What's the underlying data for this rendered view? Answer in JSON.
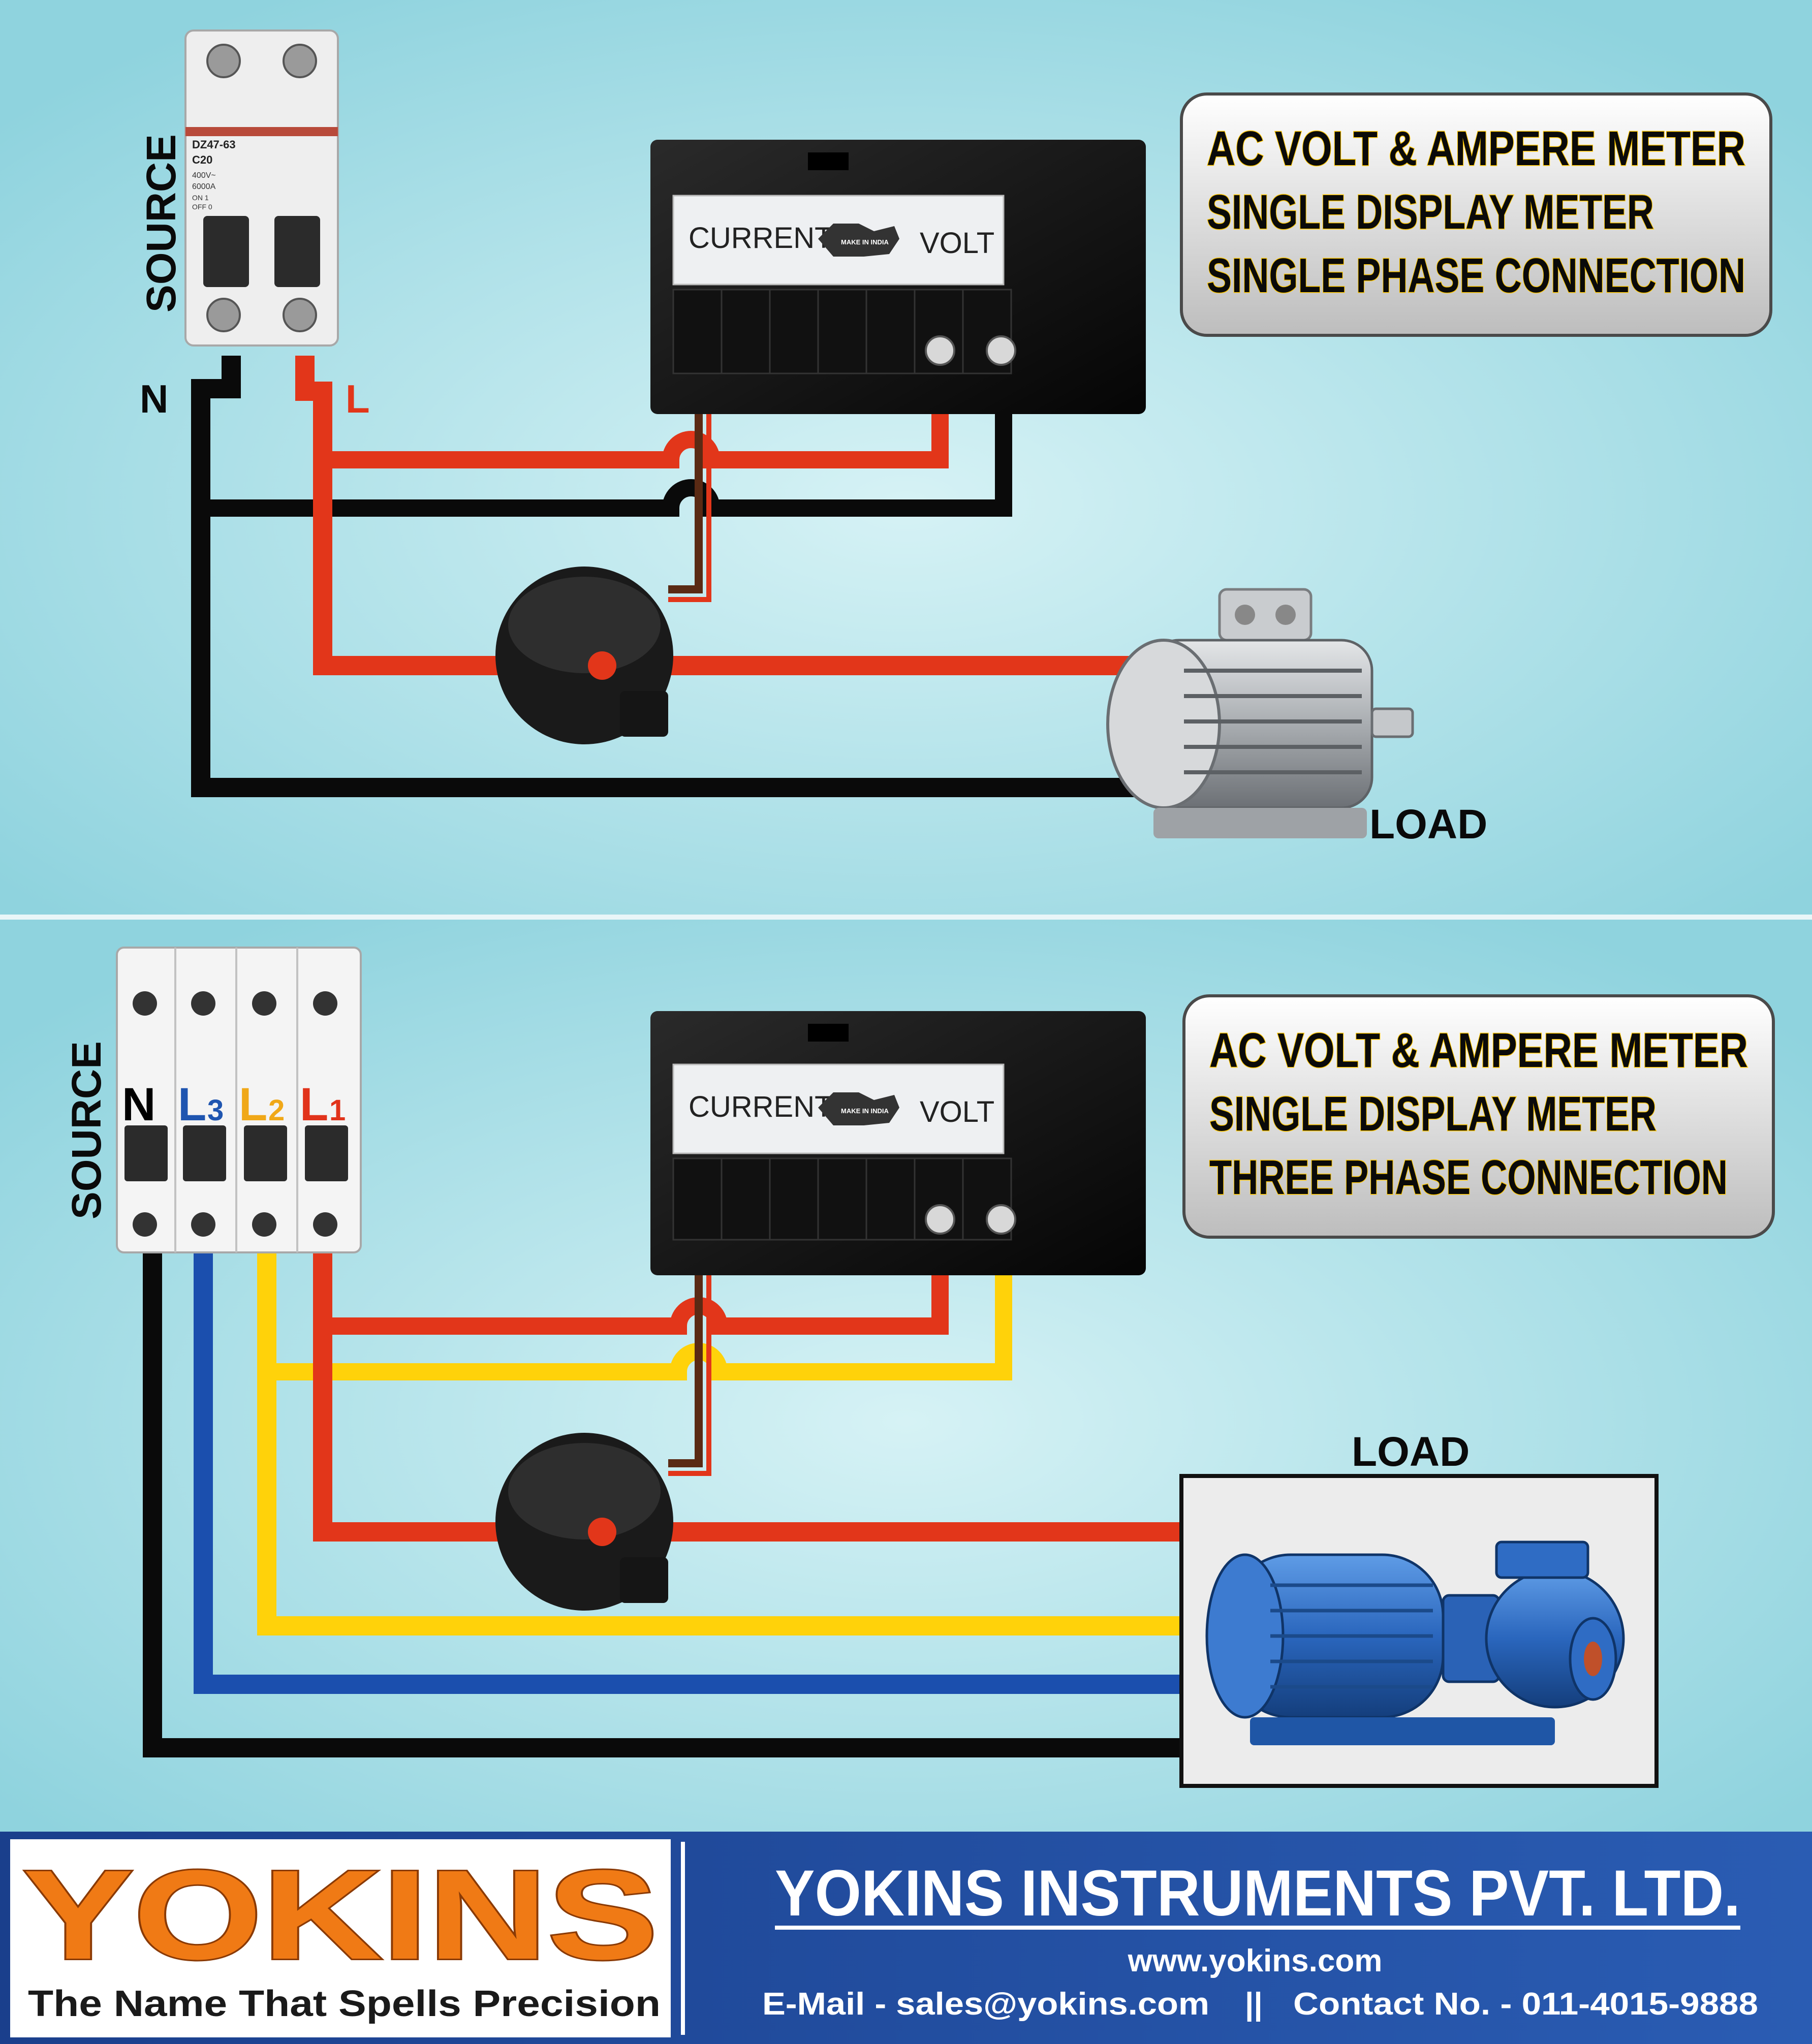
{
  "panel_top": {
    "title_lines": [
      "AC VOLT & AMPERE METER",
      "SINGLE DISPLAY METER",
      "SINGLE PHASE CONNECTION"
    ],
    "source_label": "SOURCE",
    "neutral_label": "N",
    "line_label": "L",
    "load_label": "LOAD",
    "breaker_text": [
      "DZ47-63",
      "C20",
      "400V~",
      "6000A",
      "ON 1",
      "OFF 0"
    ],
    "meter": {
      "current_label": "CURRENT",
      "volt_label": "VOLT",
      "badge_text": "MAKE IN INDIA"
    }
  },
  "panel_bottom": {
    "title_lines": [
      "AC VOLT & AMPERE METER",
      "SINGLE DISPLAY METER",
      "THREE PHASE CONNECTION"
    ],
    "source_label": "SOURCE",
    "load_label": "LOAD",
    "phases": [
      {
        "letter": "N",
        "sub": "",
        "color": "#000000"
      },
      {
        "letter": "L",
        "sub": "3",
        "color": "#1f55b0"
      },
      {
        "letter": "L",
        "sub": "2",
        "color": "#f0a818"
      },
      {
        "letter": "L",
        "sub": "1",
        "color": "#e1331b"
      }
    ],
    "meter": {
      "current_label": "CURRENT",
      "volt_label": "VOLT",
      "badge_text": "MAKE IN INDIA"
    }
  },
  "footer": {
    "logo_text": "YOKINS",
    "tagline": "The Name That Spells Precision",
    "company": "YOKINS INSTRUMENTS PVT. LTD.",
    "website": "www.yokins.com",
    "email": "E-Mail - sales@yokins.com",
    "separator": "||",
    "contact": "Contact No. - 011-4015-9888"
  },
  "colors": {
    "wire_red": "#e2361a",
    "wire_black": "#0a0a0a",
    "wire_yellow": "#ffd20a",
    "wire_blue": "#1b4fae",
    "ct_brown": "#5a2a14",
    "background": "#a6dde6",
    "footer_blue": "#1e4a9c",
    "logo_orange": "#f07a15",
    "motor_grey": "#b5b8bb",
    "pump_blue": "#2c6fc8"
  }
}
